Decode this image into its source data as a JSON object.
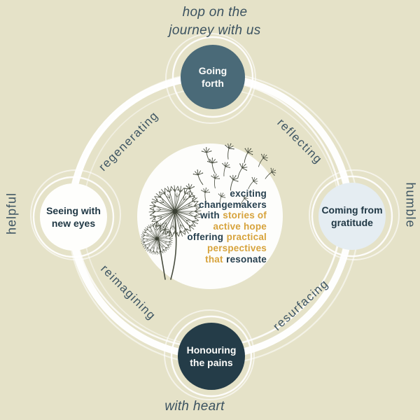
{
  "header": {
    "line1": "hop on the",
    "line2": "journey with us"
  },
  "footer": {
    "label": "with heart"
  },
  "side_labels": {
    "left": "helpful",
    "right": "humble"
  },
  "nodes": {
    "top": {
      "label": "Going forth",
      "bg": "#4a6a78"
    },
    "right": {
      "label": "Coming from gratitude",
      "bg": "#e5edf2"
    },
    "bottom": {
      "label": "Honouring the pains",
      "bg": "#243c48"
    },
    "left": {
      "label": "Seeing with new eyes",
      "bg": "#fefefc"
    }
  },
  "arc_labels": {
    "top_left": "regenerating",
    "top_right": "reflecting",
    "bottom_left": "reimagining",
    "bottom_right": "resurfacing"
  },
  "center": {
    "illustration": "dandelion-with-flying-seeds",
    "line1": "exciting",
    "line2": "changemakers",
    "line3_dark": "with",
    "line3_gold": "stories of",
    "line4_gold": "active hope",
    "line5_dark": "offering",
    "line5_gold": "practical",
    "line6_gold": "perspectives",
    "line7_gold": "that",
    "line7_dark": "resonate"
  },
  "colors": {
    "background": "#e5e2c8",
    "ring": "#ffffff",
    "ink": "#27404f",
    "slate": "#3e5563",
    "accent_gold": "#d7a33c",
    "node_top": "#4a6a78",
    "node_bottom": "#243c48",
    "node_right": "#e5edf2",
    "node_left": "#fefefc"
  }
}
